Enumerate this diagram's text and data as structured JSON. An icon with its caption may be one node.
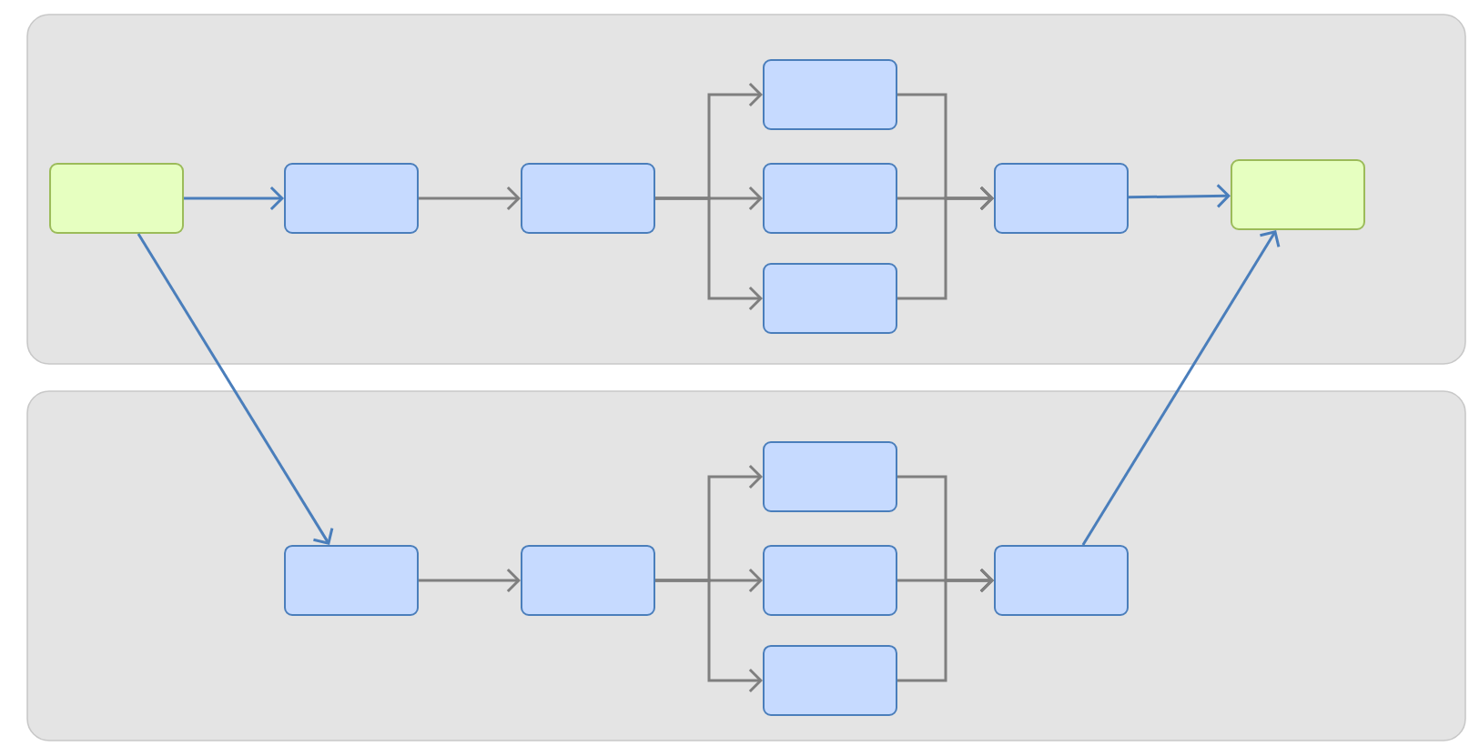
{
  "diagram": {
    "nodes": [
      {
        "text": [],
        "shape": "box"
      },
      {
        "text": [],
        "shape": "box",
        "in": 0
      },
      {
        "text": [],
        "shape": "box",
        "in": 0
      },
      {
        "text": [],
        "shape": "box",
        "in": 0
      },
      {
        "text": [],
        "shape": "box",
        "in": 0
      },
      {
        "text": [],
        "shape": "box",
        "in": 0
      },
      {
        "text": [],
        "shape": "box",
        "in": 0
      },
      {
        "text": [],
        "shape": "box",
        "in": 0
      },
      {
        "text": [],
        "shape": "box",
        "in": 0
      },
      {
        "text": [],
        "shape": "box"
      },
      {
        "text": [],
        "shape": "box",
        "in": 9
      },
      {
        "text": [],
        "shape": "box",
        "in": 9
      },
      {
        "text": [],
        "shape": "box",
        "in": 9
      },
      {
        "text": [],
        "shape": "box",
        "in": 9
      },
      {
        "text": [],
        "shape": "box",
        "in": 9
      },
      {
        "text": [],
        "shape": "box",
        "in": 9
      }
    ],
    "edges": [
      {
        "from": 1,
        "to": 2,
        "arrow": "to",
        "color": "#4a7ebb"
      },
      {
        "from": 2,
        "to": 3,
        "arrow": "to"
      },
      {
        "from": 3,
        "to": 4,
        "arrow": "to"
      },
      {
        "from": 3,
        "to": 5,
        "arrow": "to"
      },
      {
        "from": 3,
        "to": 6,
        "arrow": "to"
      },
      {
        "from": 4,
        "to": 7,
        "arrow": "to"
      },
      {
        "from": 5,
        "to": 7,
        "arrow": "to"
      },
      {
        "from": 6,
        "to": 7,
        "arrow": "to"
      },
      {
        "from": 7,
        "to": 8,
        "arrow": "to",
        "color": "#4a7ebb"
      },
      {
        "from": 1,
        "to": 10,
        "arrow": "to",
        "color": "#4a7ebb"
      },
      {
        "from": 10,
        "to": 11,
        "arrow": "to"
      },
      {
        "from": 11,
        "to": 12,
        "arrow": "to"
      },
      {
        "from": 11,
        "to": 13,
        "arrow": "to"
      },
      {
        "from": 11,
        "to": 14,
        "arrow": "to"
      },
      {
        "from": 12,
        "to": 15,
        "arrow": "to"
      },
      {
        "from": 13,
        "to": 15,
        "arrow": "to"
      },
      {
        "from": 14,
        "to": 15,
        "arrow": "to"
      },
      {
        "from": 15,
        "to": 8,
        "arrow": "to",
        "color": "#4a7ebb"
      }
    ]
  }
}
